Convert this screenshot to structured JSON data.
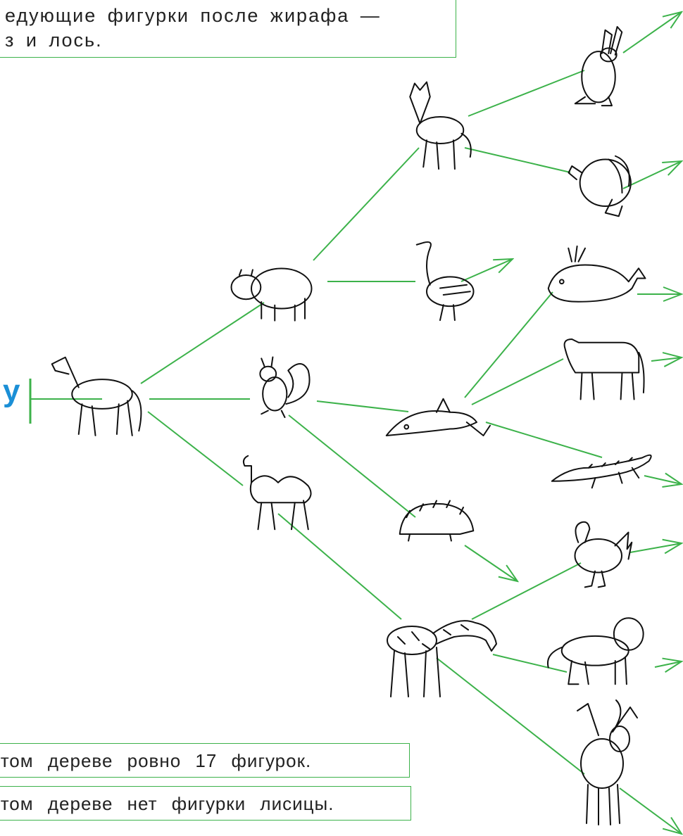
{
  "top_note": {
    "line1": "едующие фигурки после жирафа —",
    "line2": "з и лось."
  },
  "root_letter": "у",
  "statements": [
    "этом дереве ровно 17 фигурок.",
    "этом дереве нет фигурки лисицы."
  ],
  "colors": {
    "edge": "#3cb24a",
    "root_letter": "#1b8fd6",
    "note_border": "#3cb24a"
  },
  "tree": {
    "root": "horse",
    "nodes": [
      "horse",
      "hippo",
      "squirrel",
      "camel",
      "wolf",
      "goose",
      "dolphin",
      "hedgehog",
      "giraffe",
      "hare",
      "turkey",
      "whale",
      "cow",
      "crocodile",
      "chicken",
      "lion",
      "moose"
    ],
    "edges": [
      [
        "horse",
        "hippo"
      ],
      [
        "horse",
        "squirrel"
      ],
      [
        "horse",
        "camel"
      ],
      [
        "hippo",
        "wolf"
      ],
      [
        "hippo",
        "goose"
      ],
      [
        "squirrel",
        "dolphin"
      ],
      [
        "squirrel",
        "hedgehog"
      ],
      [
        "camel",
        "giraffe"
      ],
      [
        "wolf",
        "hare"
      ],
      [
        "wolf",
        "turkey"
      ],
      [
        "dolphin",
        "whale"
      ],
      [
        "dolphin",
        "cow"
      ],
      [
        "dolphin",
        "crocodile"
      ],
      [
        "giraffe",
        "chicken"
      ],
      [
        "giraffe",
        "lion"
      ],
      [
        "giraffe",
        "moose"
      ]
    ],
    "open_arrows_from": [
      "hare",
      "turkey",
      "goose",
      "whale",
      "cow",
      "crocodile",
      "hedgehog",
      "chicken",
      "lion",
      "moose"
    ]
  }
}
